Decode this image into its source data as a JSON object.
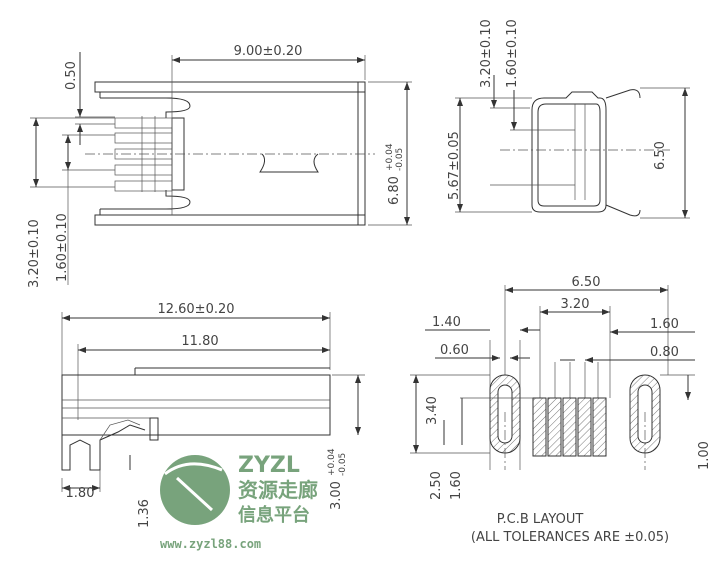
{
  "top_view": {
    "length": "9.00±0.20",
    "width": "6.80",
    "width_tol_plus": "+0.04",
    "width_tol_minus": "-0.05",
    "pin_gap": "0.50",
    "pin_span": "3.20±0.10",
    "pin_half": "1.60±0.10"
  },
  "end_view": {
    "dim_a": "3.20±0.10",
    "dim_b": "1.60±0.10",
    "height": "5.67±0.05",
    "tab_span": "6.50"
  },
  "side_view": {
    "overall_length": "12.60±0.20",
    "body_length": "11.80",
    "lead_offset": "1.80",
    "lead_height": "1.36",
    "height": "3.00",
    "height_tol_plus": "+0.04",
    "height_tol_minus": "-0.05"
  },
  "pcb_layout": {
    "slot_span": "6.50",
    "pad_span": "3.20",
    "slot_width": "1.40",
    "pad_offset": "1.60",
    "slot_inner": "0.60",
    "pad_pitch": "0.80",
    "slot_height": "3.40",
    "dim_2_50": "2.50",
    "dim_1_60": "1.60",
    "dim_1_00": "1.00",
    "title": "P.C.B LAYOUT",
    "note": "(ALL TOLERANCES ARE ±0.05)"
  },
  "watermark": {
    "brand": "ZYZL",
    "name_cn": "资源走廊",
    "sub_cn": "信息平台",
    "url": "www.zyzl88.com"
  },
  "colors": {
    "line": "#333333",
    "watermark": "#6a9a6e"
  }
}
